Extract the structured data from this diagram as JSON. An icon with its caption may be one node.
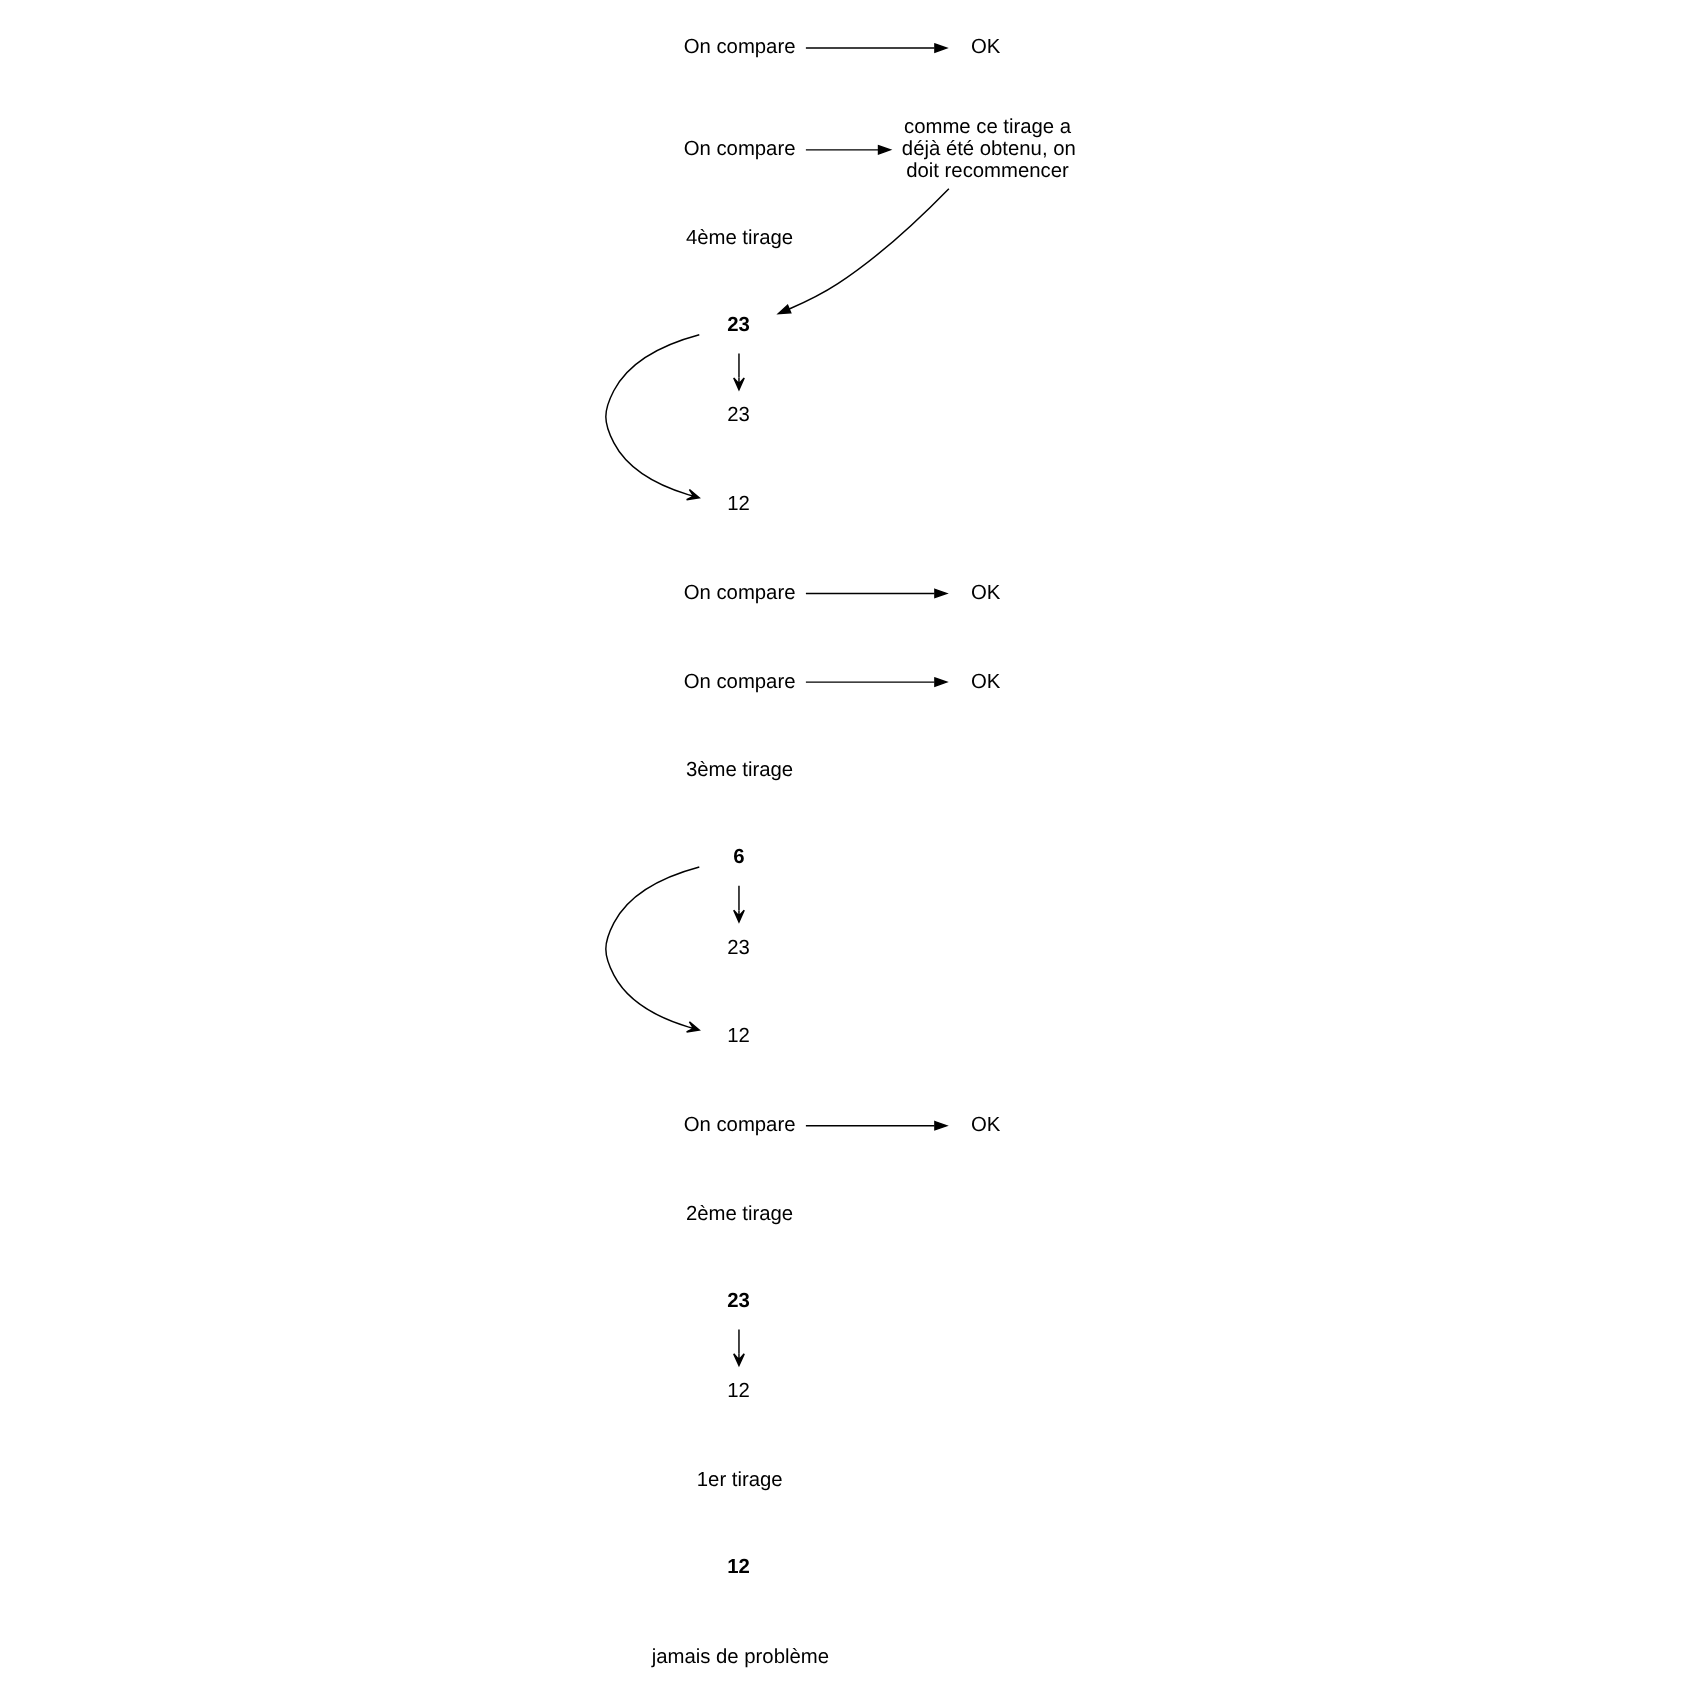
{
  "diagram": {
    "nodes": [
      {
        "text": [
          "12"
        ]
      },
      {
        "text": [
          "23"
        ],
        "beside": [
          "2ème tirage"
        ]
      },
      {
        "text": [
          "On compare"
        ]
      },
      {
        "text": [
          "OK"
        ]
      },
      {
        "text": [
          "12"
        ]
      },
      {
        "text": [
          "23"
        ]
      },
      {
        "text": [
          "6"
        ],
        "beside": [
          "3ème tirage"
        ]
      },
      {
        "text": [
          "On compare"
        ]
      },
      {
        "text": [
          "OK"
        ]
      },
      {
        "text": [
          "On compare"
        ]
      },
      {
        "text": [
          "OK"
        ]
      },
      {
        "text": [
          "12"
        ]
      },
      {
        "text": [
          "23"
        ]
      },
      {
        "text": [
          "23"
        ],
        "beside": [
          "4ème tirage"
        ]
      },
      {
        "text": [
          "On compare"
        ]
      },
      {
        "text": [
          "OK"
        ]
      },
      {
        "text": [
          "On compare"
        ]
      },
      {
        "text": [
          "comme ce tirage a déjà été obtenu, on doit recommencer"
        ]
      }
    ],
    "edges": [
      {
        "from": 1,
        "to": 0,
        "arrow": "to"
      },
      {
        "from": 2,
        "to": 3,
        "arrow": "to"
      },
      {
        "from": 6,
        "to": 4,
        "arrow": "to"
      },
      {
        "from": 6,
        "to": 5,
        "arrow": "to"
      },
      {
        "from": 7,
        "to": 8,
        "arrow": "to"
      },
      {
        "from": 9,
        "to": 10,
        "arrow": "to"
      },
      {
        "from": 13,
        "to": 11,
        "arrow": "to"
      },
      {
        "from": 13,
        "to": 12,
        "arrow": "to"
      },
      {
        "from": 14,
        "to": 15,
        "arrow": "to"
      },
      {
        "from": 16,
        "to": 17,
        "arrow": "to"
      },
      {
        "from": 17,
        "to": 13,
        "arrow": "to"
      }
    ],
    "labels": [
      "1er tirage",
      "12",
      "jamais de problème"
    ]
  }
}
